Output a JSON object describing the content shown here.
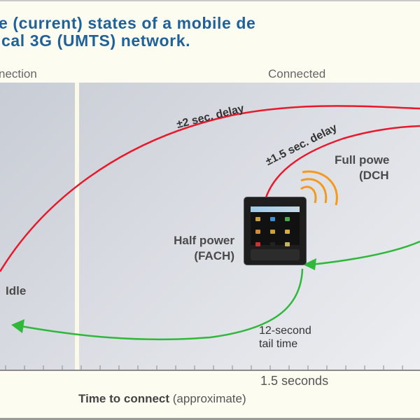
{
  "title": {
    "line1": "e (current) states of a mobile de",
    "line2": "cal 3G (UMTS) network."
  },
  "sections": {
    "left": "nection",
    "right": "Connected"
  },
  "states": {
    "idle": "Idle",
    "half_power_line1": "Half power",
    "half_power_line2": "(FACH)",
    "full_power_line1": "Full powe",
    "full_power_line2": "(DCH"
  },
  "transitions": {
    "outer_delay": "±2 sec. delay",
    "inner_delay": "±1.5 sec. delay",
    "tail_line1": "12-second",
    "tail_line2": "tail time"
  },
  "axis": {
    "tick_label": "1.5 seconds",
    "title_bold": "Time to connect",
    "title_rest": " (approximate)"
  },
  "colors": {
    "title": "#1f6299",
    "promote_arrow": "#e8192c",
    "demote_arrow": "#2fb83a",
    "signal": "#f39a1e"
  }
}
